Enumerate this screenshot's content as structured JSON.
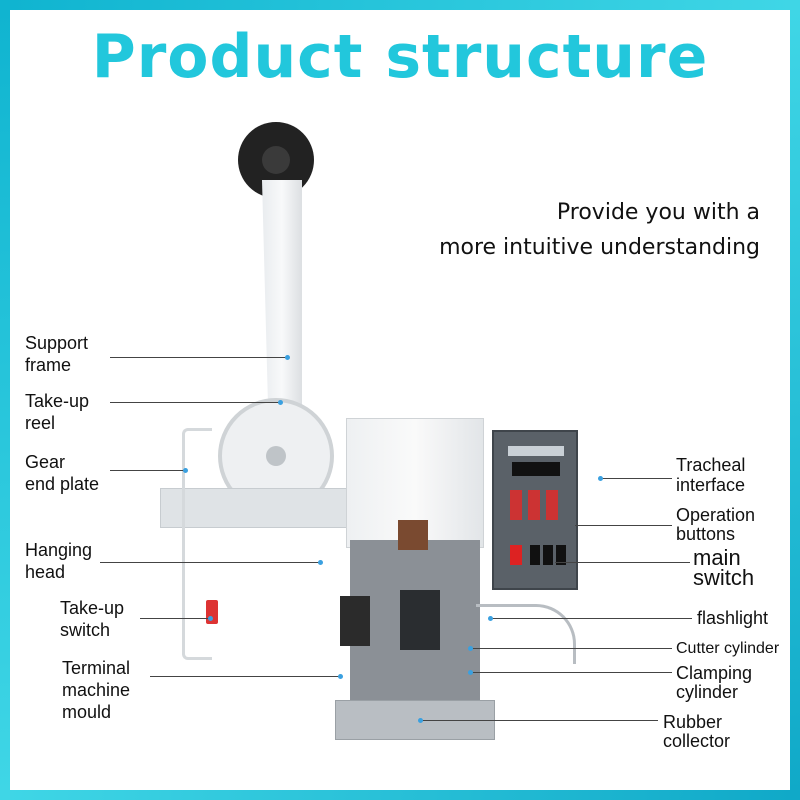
{
  "title": "Product structure",
  "subtitle": [
    "Provide you with a",
    "more intuitive understanding"
  ],
  "labels_left": [
    {
      "id": "support-frame",
      "lines": [
        "Support",
        "frame"
      ]
    },
    {
      "id": "take-up-reel",
      "lines": [
        "Take-up",
        "reel"
      ]
    },
    {
      "id": "gear-end-plate",
      "lines": [
        "Gear",
        "end plate"
      ]
    },
    {
      "id": "hanging-head",
      "lines": [
        "Hanging",
        "head"
      ]
    },
    {
      "id": "take-up-switch",
      "lines": [
        "Take-up",
        "switch"
      ]
    },
    {
      "id": "terminal-machine-mould",
      "lines": [
        "Terminal",
        "machine",
        "mould"
      ]
    }
  ],
  "labels_right": [
    {
      "id": "tracheal-interface",
      "lines": [
        "Tracheal",
        "interface"
      ]
    },
    {
      "id": "operation-buttons",
      "lines": [
        "Operation",
        "buttons"
      ]
    },
    {
      "id": "main-switch",
      "lines": [
        "main",
        "switch"
      ]
    },
    {
      "id": "flashlight",
      "lines": [
        "flashlight"
      ]
    },
    {
      "id": "cutter-cylinder",
      "lines": [
        "Cutter cylinder"
      ]
    },
    {
      "id": "clamping-cylinder",
      "lines": [
        "Clamping",
        "cylinder"
      ]
    },
    {
      "id": "rubber-collector",
      "lines": [
        "Rubber",
        "collector"
      ]
    }
  ],
  "colors": {
    "accent": "#22c7dc"
  }
}
